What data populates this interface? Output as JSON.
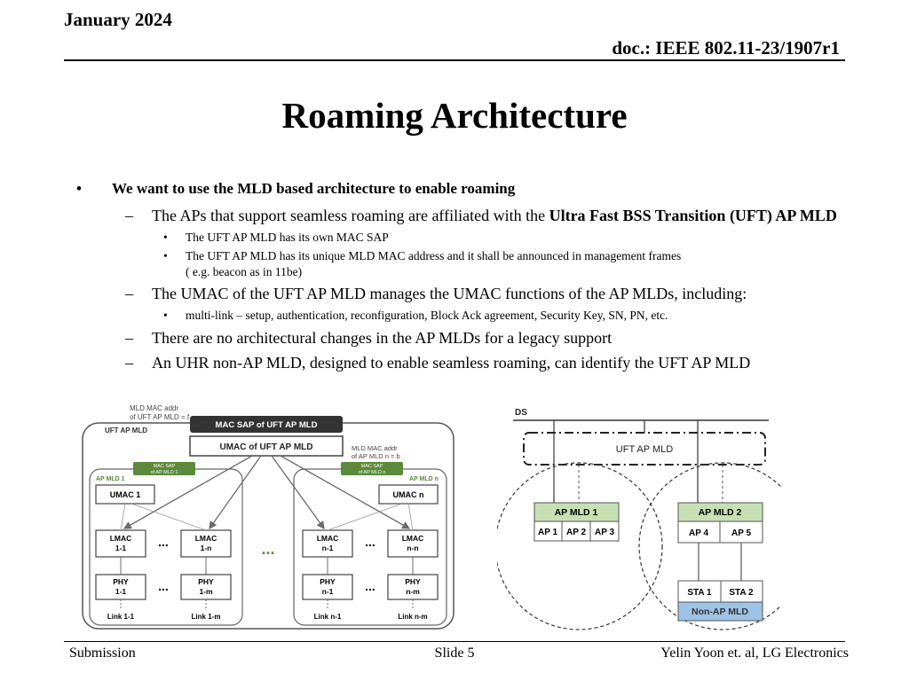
{
  "header": {
    "date": "January 2024",
    "doc": "doc.: IEEE 802.11-23/1907r1"
  },
  "title": "Roaming Architecture",
  "bullets": {
    "b1": "We want to use the MLD based architecture to enable roaming",
    "b1_1_pre": "The APs that support seamless roaming are affiliated with the ",
    "b1_1_bold": "Ultra Fast BSS Transition (UFT) AP MLD",
    "b1_1_1": "The UFT AP MLD has its own MAC SAP",
    "b1_1_2a": "The UFT AP MLD has its unique MLD MAC address and it shall be announced in management frames",
    "b1_1_2b": "( e.g. beacon as in 11be)",
    "b1_2": "The UMAC of the UFT AP MLD manages the UMAC functions of the AP MLDs, including:",
    "b1_2_1": "multi-link – setup, authentication, reconfiguration, Block Ack agreement, Security Key, SN, PN, etc.",
    "b1_3": "There are no architectural changes in the AP MLDs for a legacy support",
    "b1_4": "An UHR non-AP MLD, designed to enable seamless roaming, can identify the UFT AP MLD"
  },
  "left_diagram": {
    "mld_addr_top_1": "MLD MAC addr",
    "mld_addr_top_2": "of UFT AP MLD = f",
    "mac_sap_uft": "MAC SAP of UFT AP MLD",
    "umac_uft": "UMAC of UFT AP MLD",
    "uft_ap_mld": "UFT AP MLD",
    "mld_addr_n_1": "MLD MAC addr",
    "mld_addr_n_2": "of AP MLD n = b",
    "mac_sap_1a": "MAC SAP",
    "mac_sap_1b": "of AP MLD 1",
    "mac_sap_na": "MAC SAP",
    "mac_sap_nb": "of AP MLD n",
    "ap_mld_1": "AP MLD 1",
    "ap_mld_n": "AP MLD n",
    "umac_1": "UMAC 1",
    "umac_n": "UMAC n",
    "lmac_11a": "LMAC",
    "lmac_11b": "1-1",
    "lmac_1na": "LMAC",
    "lmac_1nb": "1-n",
    "lmac_n1a": "LMAC",
    "lmac_n1b": "n-1",
    "lmac_nna": "LMAC",
    "lmac_nnb": "n-n",
    "phy_11a": "PHY",
    "phy_11b": "1-1",
    "phy_1ma": "PHY",
    "phy_1mb": "1-m",
    "phy_n1a": "PHY",
    "phy_n1b": "n-1",
    "phy_nma": "PHY",
    "phy_nmb": "n-m",
    "link_11": "Link 1-1",
    "link_1m": "Link 1-m",
    "link_n1": "Link n-1",
    "link_nm": "Link n-m",
    "dots": "...",
    "dots_green": "..."
  },
  "right_diagram": {
    "ds": "DS",
    "uft_ap_mld": "UFT AP MLD",
    "ap_mld_1": "AP MLD 1",
    "ap_mld_2": "AP MLD 2",
    "ap1": "AP 1",
    "ap2": "AP 2",
    "ap3": "AP 3",
    "ap4": "AP 4",
    "ap5": "AP 5",
    "sta1": "STA 1",
    "sta2": "STA 2",
    "non_ap_mld": "Non-AP MLD"
  },
  "footer": {
    "left": "Submission",
    "center": "Slide 5",
    "right": "Yelin Yoon et. al, LG Electronics"
  },
  "colors": {
    "green_fill": "#c6e0b4",
    "green_dark": "#5a8a3a",
    "blue_fill": "#9dc3e6",
    "dark_box": "#333333",
    "line_gray": "#6b6b6b"
  }
}
